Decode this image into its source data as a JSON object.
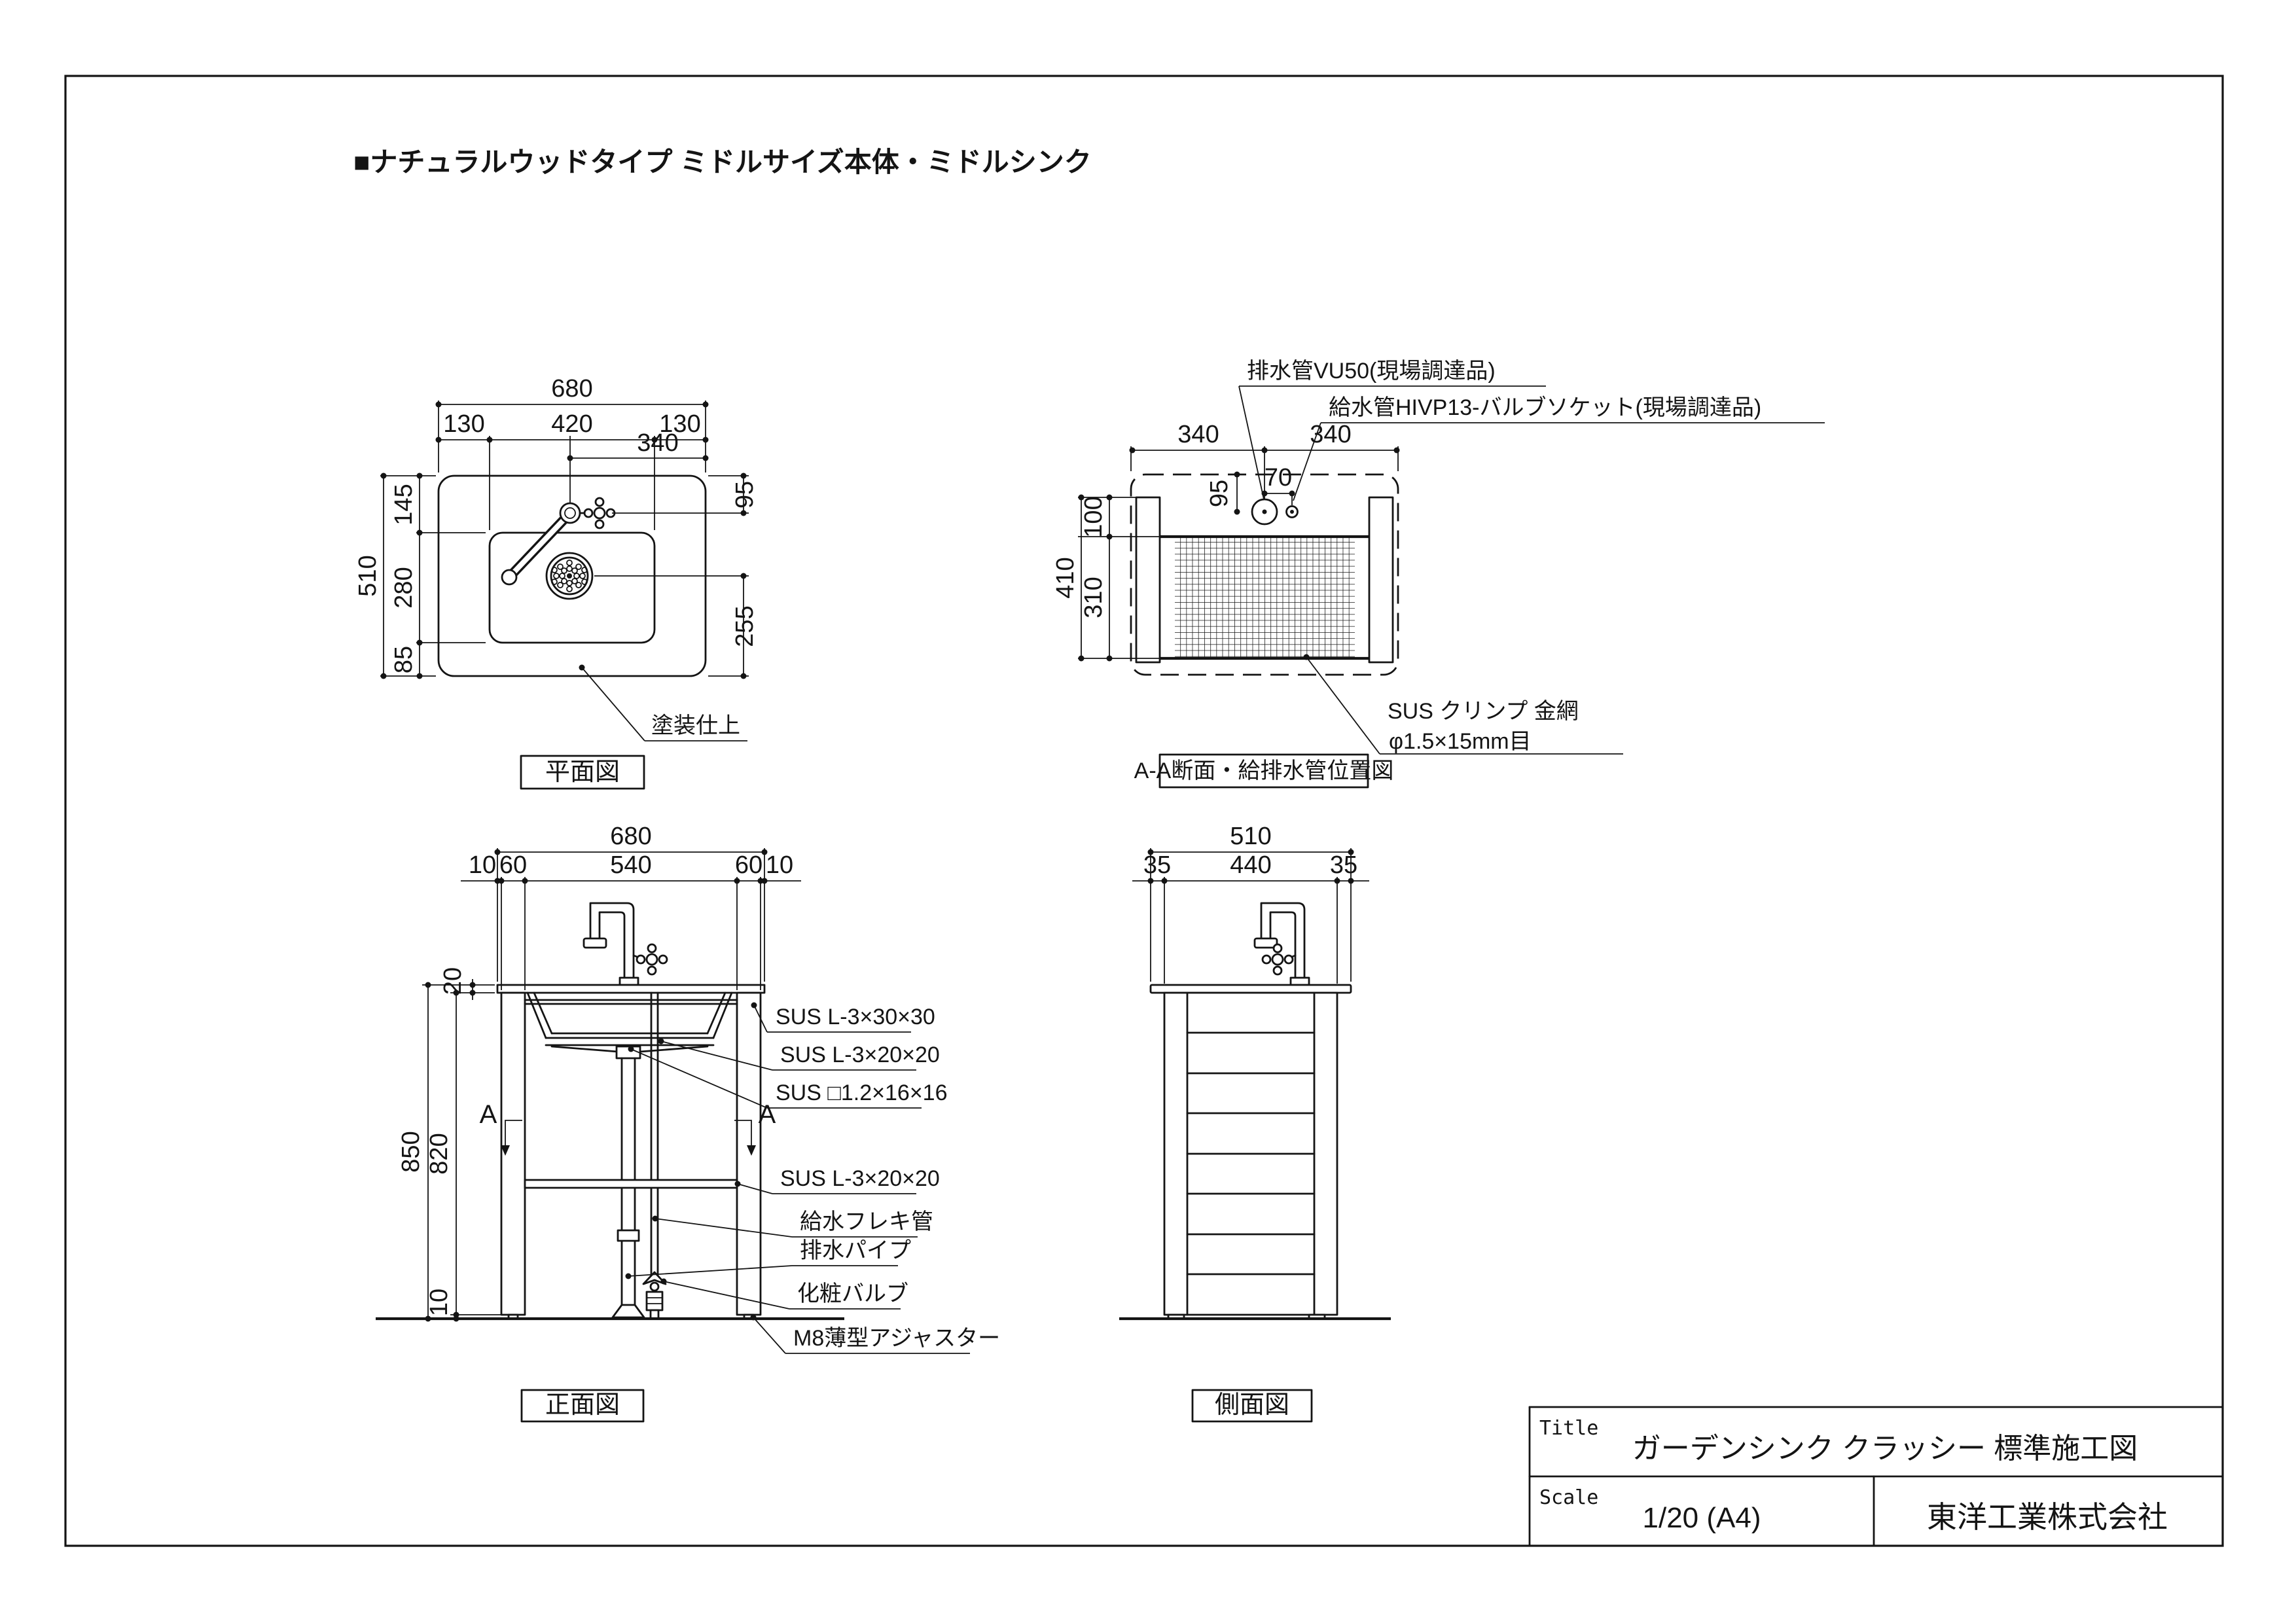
{
  "page": {
    "heading": "■ナチュラルウッドタイプ ミドルサイズ本体・ミドルシンク"
  },
  "title_block": {
    "title_label": "Title",
    "title_value": "ガーデンシンク クラッシー 標準施工図",
    "scale_label": "Scale",
    "scale_value": "1/20 (A4)",
    "company": "東洋工業株式会社"
  },
  "views": {
    "plan": {
      "caption": "平面図",
      "dim_total_width": "680",
      "dim_left_offset": "130",
      "dim_sink_width": "420",
      "dim_right_offset": "130",
      "dim_faucet_from_right": "340",
      "dim_total_depth": "510",
      "dim_back_to_sink": "145",
      "dim_sink_depth": "280",
      "dim_sink_to_front": "85",
      "dim_faucet_from_back": "95",
      "dim_drain_to_front": "255",
      "label_finish": "塗装仕上"
    },
    "section": {
      "caption": "A-A断面・給排水管位置図",
      "dim_half_left": "340",
      "dim_half_right": "340",
      "dim_drain_from_back": "95",
      "dim_drain_to_supply": "70",
      "dim_back_depth": "100",
      "dim_mesh_depth": "310",
      "dim_inner_depth": "410",
      "label_drain_pipe": "排水管VU50(現場調達品)",
      "label_supply_pipe": "給水管HIVP13-バルブソケット(現場調達品)",
      "label_mesh_line1": "SUS クリンプ 金網",
      "label_mesh_line2": "φ1.5×15mm目"
    },
    "front": {
      "caption": "正面図",
      "section_mark": "A",
      "dim_total_width": "680",
      "dim_overhang_left": "10",
      "dim_leg_left": "60",
      "dim_span": "540",
      "dim_leg_right": "60",
      "dim_overhang_right": "10",
      "dim_counter_thickness": "20",
      "dim_total_height": "850",
      "dim_leg_height": "820",
      "dim_adjuster_height": "10",
      "label_rail_top": "SUS L-3×30×30",
      "label_rail_sink": "SUS L-3×20×20",
      "label_tube": "SUS □1.2×16×16",
      "label_rail_shelf": "SUS L-3×20×20",
      "label_supply_flex": "給水フレキ管",
      "label_drain": "排水パイプ",
      "label_valve": "化粧バルブ",
      "label_adjuster": "M8薄型アジャスター"
    },
    "side": {
      "caption": "側面図",
      "dim_total_depth": "510",
      "dim_front_edge": "35",
      "dim_body": "440",
      "dim_back_edge": "35"
    }
  }
}
